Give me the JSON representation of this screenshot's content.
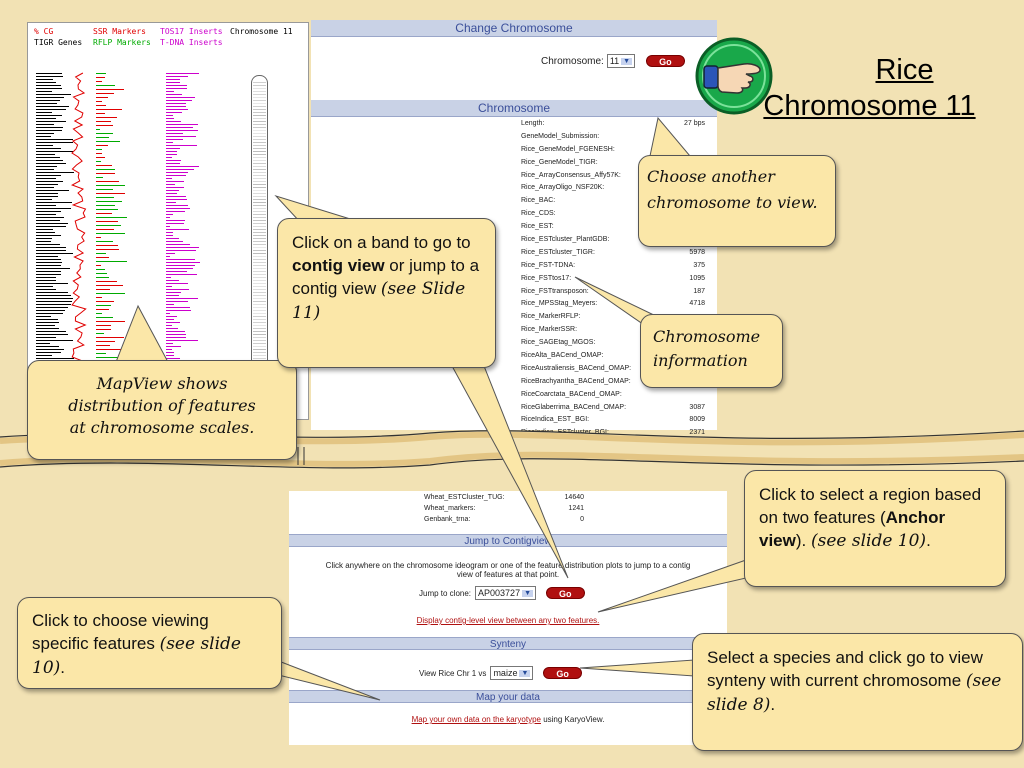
{
  "mapview": {
    "legend": {
      "cg": "% CG",
      "ssr": "SSR Markers",
      "tos17": "TOS17 Inserts",
      "chromosome": "Chromosome 11",
      "tigr": "TIGR Genes",
      "rflp": "RFLP Markers",
      "tdna": "T-DNA Inserts"
    }
  },
  "change_chromosome": {
    "header": "Change Chromosome",
    "label": "Chromosome:",
    "selected": "11",
    "go_label": "Go"
  },
  "chromosome_info": {
    "header": "Chromosome",
    "rows": [
      {
        "name": "Length:",
        "value": "27 bps"
      },
      {
        "name": "GeneModel_Submission:",
        "value": ""
      },
      {
        "name": "Rice_GeneModel_FGENESH:",
        "value": ""
      },
      {
        "name": "Rice_GeneModel_TIGR:",
        "value": ""
      },
      {
        "name": "Rice_ArrayConsensus_Affy57K:",
        "value": ""
      },
      {
        "name": "Rice_ArrayOligo_NSF20K:",
        "value": ""
      },
      {
        "name": "Rice_BAC:",
        "value": ""
      },
      {
        "name": "Rice_CDS:",
        "value": ""
      },
      {
        "name": "Rice_EST:",
        "value": ""
      },
      {
        "name": "Rice_ESTcluster_PlantGDB:",
        "value": ""
      },
      {
        "name": "Rice_ESTcluster_TIGR:",
        "value": "5978"
      },
      {
        "name": "Rice_FST-TDNA:",
        "value": "375"
      },
      {
        "name": "Rice_FSTtos17:",
        "value": "1095"
      },
      {
        "name": "Rice_FSTtransposon:",
        "value": "187"
      },
      {
        "name": "Rice_MPSStag_Meyers:",
        "value": "4718"
      },
      {
        "name": "Rice_MarkerRFLP:",
        "value": ""
      },
      {
        "name": "Rice_MarkerSSR:",
        "value": ""
      },
      {
        "name": "Rice_SAGEtag_MGOS:",
        "value": ""
      },
      {
        "name": "RiceAlta_BACend_OMAP:",
        "value": ""
      },
      {
        "name": "RiceAustraliensis_BACend_OMAP:",
        "value": ""
      },
      {
        "name": "RiceBrachyantha_BACend_OMAP:",
        "value": ""
      },
      {
        "name": "RiceCoarctata_BACend_OMAP:",
        "value": ""
      },
      {
        "name": "RiceGlaberrima_BACend_OMAP:",
        "value": "3087"
      },
      {
        "name": "RiceIndica_EST_BGI:",
        "value": "8009"
      },
      {
        "name": "RiceIndica_ESTcluster_BGI:",
        "value": "2371"
      }
    ]
  },
  "lower": {
    "rows": [
      {
        "name": "Wheat_ESTCluster_TUG:",
        "value": "14640"
      },
      {
        "name": "Wheat_markers:",
        "value": "1241"
      },
      {
        "name": "Genbank_trna:",
        "value": "0"
      }
    ],
    "jump_header": "Jump to Contigview",
    "jump_text_1": "Click anywhere on the chromosome ideogram or one of the feature distribution plots to jump to a contig",
    "jump_text_2": "view of features at that point.",
    "jump_label": "Jump to clone:",
    "jump_clone": "AP003727",
    "jump_go": "Go",
    "display_link": "Display contig-level view between any two features.",
    "synteny_header": "Synteny",
    "synteny_label": "View Rice Chr 1 vs",
    "synteny_species": "maize",
    "synteny_go": "Go",
    "mapdata_header": "Map your data",
    "mapdata_link": "Map your own data on the karyotype",
    "mapdata_suffix": " using KaryoView."
  },
  "title": {
    "line1": "Rice",
    "line2": "Chromosome 11"
  },
  "callouts": {
    "mapview": {
      "l1": "MapView shows",
      "l2": "distribution of features",
      "l3": "at chromosome scales."
    },
    "band": {
      "t1": "Click on a band to go to ",
      "bold": "contig view",
      "t2": " or jump to a contig view ",
      "script": "(see Slide 11)"
    },
    "another": {
      "text": "Choose another chromosome to view."
    },
    "info": {
      "text": "Chromosome information"
    },
    "anchor": {
      "t1": "Click to select a region based on two features (",
      "bold": "Anchor view",
      "t2": "). ",
      "script": "(see slide 10)",
      "t3": "."
    },
    "features": {
      "t1": "Click to choose viewing specific features ",
      "script": "(see slide 10)",
      "t2": "."
    },
    "synteny": {
      "t1": "Select a species and click go to view synteny with current chromosome ",
      "script": "(see slide 8)",
      "t2": "."
    }
  },
  "colors": {
    "background": "#f2e2b4",
    "callout": "#fbe7a8",
    "header_bg": "#c9d2e6",
    "header_text": "#3b4f9a",
    "go_button": "#b01010",
    "cg": "#e00000",
    "ssr": "#e00000",
    "tos17": "#cc00cc",
    "tigr": "#000000",
    "rflp": "#00aa00",
    "tdna": "#cc00cc"
  }
}
